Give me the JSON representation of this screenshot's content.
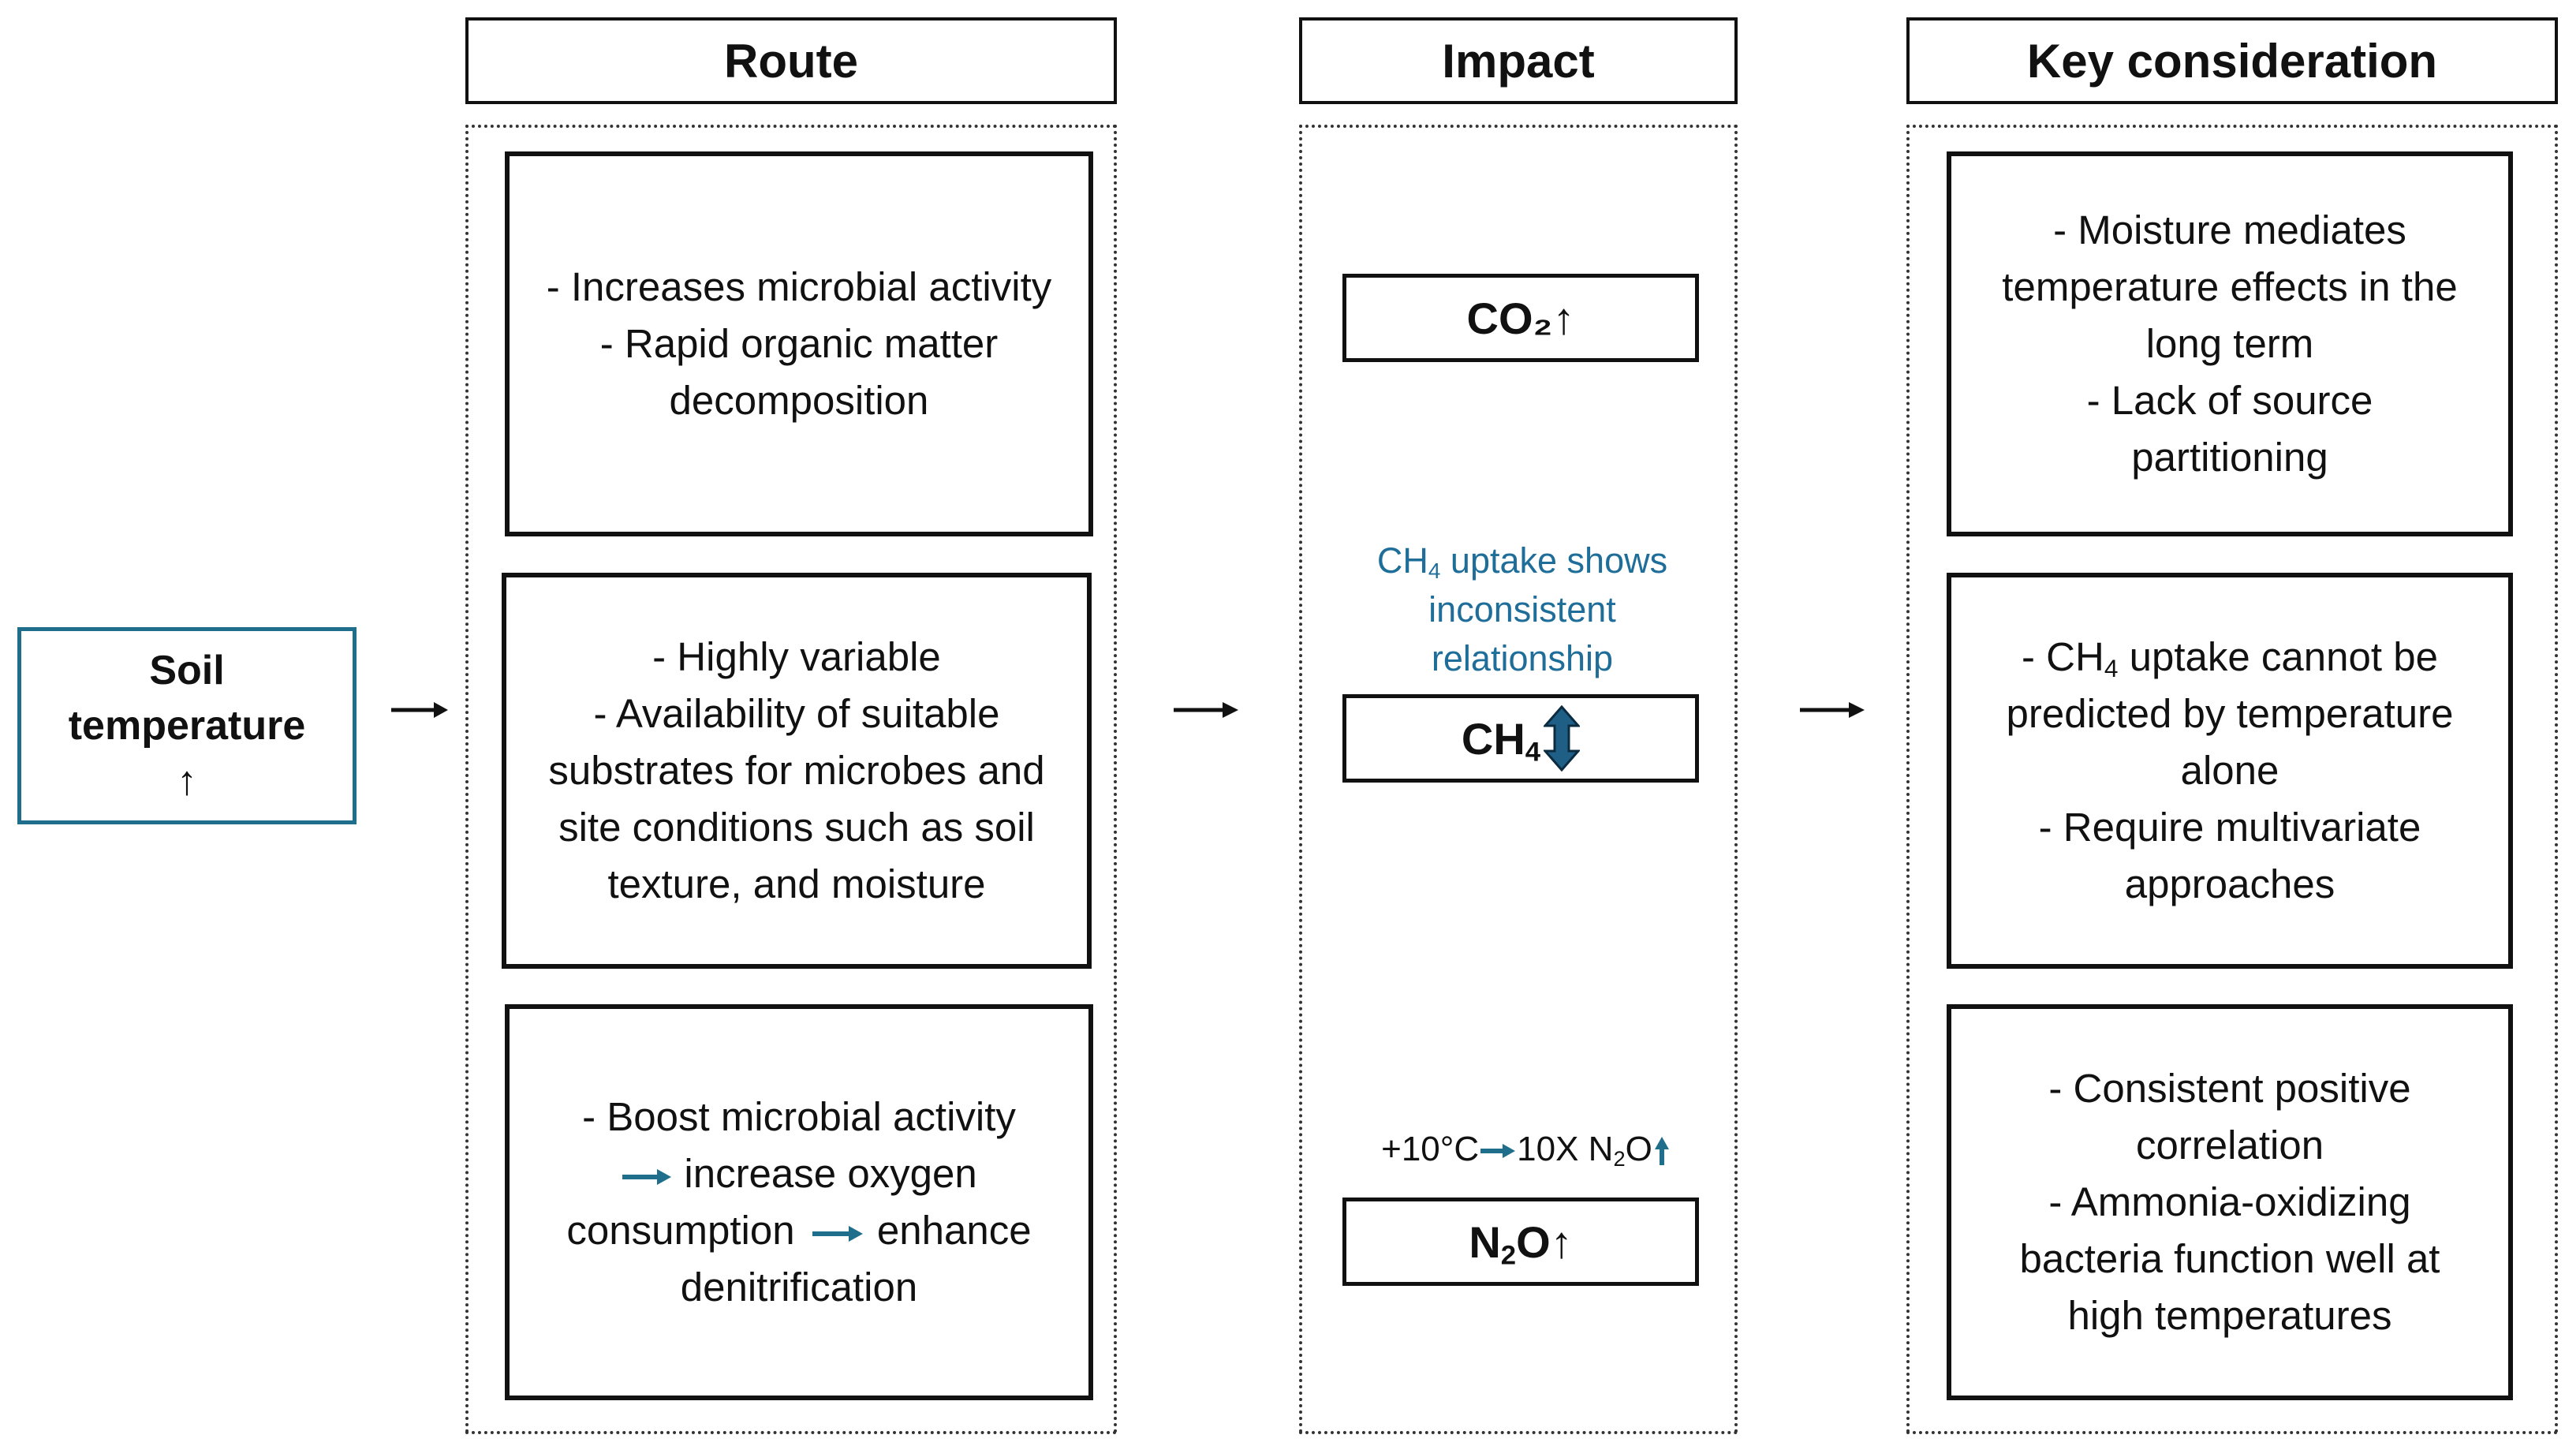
{
  "headers": {
    "route": "Route",
    "impact": "Impact",
    "key": "Key consideration"
  },
  "soil": {
    "line1": "Soil",
    "line2": "temperature",
    "arrow": "↑"
  },
  "route": {
    "box1": [
      "- Increases microbial activity",
      "- Rapid organic matter",
      "decomposition"
    ],
    "box2": [
      "- Highly variable",
      "- Availability of suitable",
      "substrates for microbes and",
      "site conditions such as soil",
      "texture, and moisture"
    ],
    "box3": {
      "line1": "- Boost microbial activity",
      "line2": "increase oxygen",
      "line3a": "consumption",
      "line3b": "enhance",
      "line4": "denitrification"
    }
  },
  "impact": {
    "co2": {
      "label": "CO₂",
      "arrow": "↑"
    },
    "ch4_note": {
      "pre": "CH",
      "sub": "4",
      "post": " uptake shows",
      "line2": "inconsistent",
      "line3": "relationship"
    },
    "ch4": {
      "label": "CH",
      "sub": "4"
    },
    "n2o_note": {
      "pre": "+10°C",
      "mid": "10X N",
      "sub": "2",
      "post": "O"
    },
    "n2o": {
      "label_a": "N",
      "sub": "2",
      "label_b": "O",
      "arrow": "↑"
    }
  },
  "key": {
    "box1": [
      "- Moisture mediates",
      "temperature effects in the",
      "long term",
      "- Lack of source",
      "partitioning"
    ],
    "box2": {
      "pre": "- CH",
      "sub": "4",
      "post": " uptake cannot be",
      "rest": [
        "predicted by temperature",
        "alone",
        "- Require multivariate",
        "approaches"
      ]
    },
    "box3": [
      "- Consistent positive",
      "correlation",
      "- Ammonia-oxidizing",
      "bacteria function well at",
      "high temperatures"
    ]
  },
  "colors": {
    "accent": "#1f6e8c",
    "note_blue": "#1f6e9a",
    "border": "#111111"
  }
}
